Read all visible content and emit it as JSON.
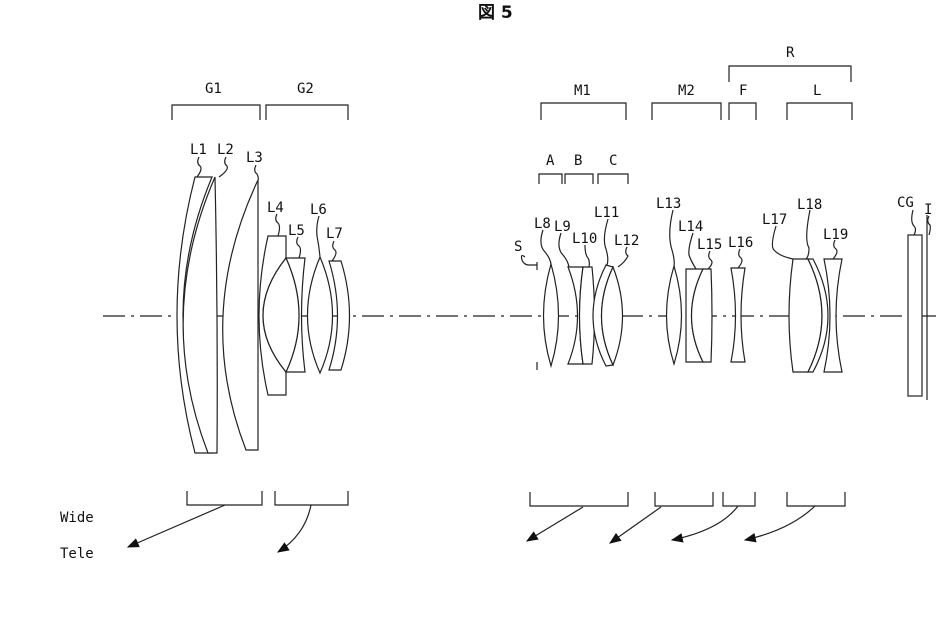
{
  "figure_title": "図 5",
  "groups": {
    "G1": "G1",
    "G2": "G2",
    "M1": "M1",
    "M2": "M2",
    "F": "F",
    "L": "L",
    "R": "R",
    "A": "A",
    "B": "B",
    "C": "C"
  },
  "lenses": [
    "L1",
    "L2",
    "L3",
    "L4",
    "L5",
    "L6",
    "L7",
    "L8",
    "L9",
    "L10",
    "L11",
    "L12",
    "L13",
    "L14",
    "L15",
    "L16",
    "L17",
    "L18",
    "L19"
  ],
  "stop_label": "S",
  "cover_glass_label": "CG",
  "image_plane_label": "I",
  "zoom_labels": {
    "wide": "Wide",
    "tele": "Tele"
  }
}
